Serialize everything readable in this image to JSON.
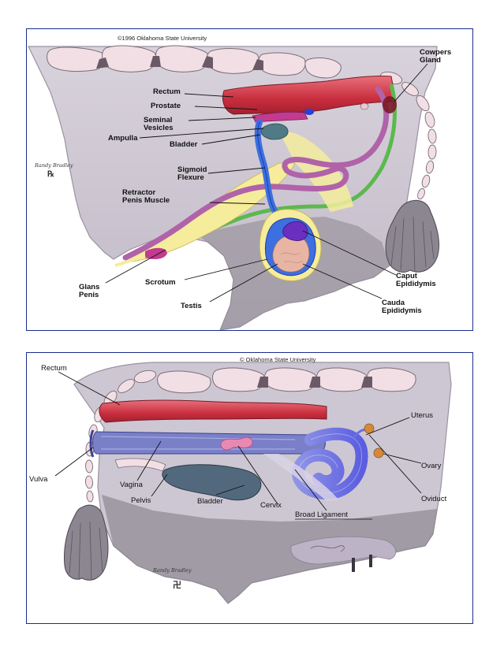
{
  "male": {
    "copyright": "©1996 Oklahoma State University",
    "signature": "Randy Bradley",
    "labels": {
      "rectum": "Rectum",
      "prostate": "Prostate",
      "seminal_1": "Seminal",
      "seminal_2": "Vesicles",
      "ampulla": "Ampulla",
      "bladder": "Bladder",
      "sigmoid_1": "Sigmoid",
      "sigmoid_2": "Flexure",
      "retractor_1": "Retractor",
      "retractor_2": "Penis Muscle",
      "cowpers_1": "Cowpers",
      "cowpers_2": "Gland",
      "glans_1": "Glans",
      "glans_2": "Penis",
      "scrotum": "Scrotum",
      "testis": "Testis",
      "caput_1": "Caput",
      "caput_2": "Epididymis",
      "cauda_1": "Cauda",
      "cauda_2": "Epididymis"
    }
  },
  "female": {
    "copyright": "© Oklahoma State University",
    "signature": "Randy Bradley",
    "labels": {
      "rectum": "Rectum",
      "uterus": "Uterus",
      "ovary": "Ovary",
      "oviduct": "Oviduct",
      "vulva": "Vulva",
      "vagina": "Vagina",
      "pelvis": "Pelvis",
      "bladder": "Bladder",
      "cervix": "Cervix",
      "broad_ligament": "Broad Ligament"
    }
  },
  "colors": {
    "frame": "#1a2d8c",
    "body": "#cdc7d3",
    "rectum": "#cc3343",
    "vertebra": "#f2dfe6",
    "male_urethra": "#3e6fe0",
    "seminal": "#b063a9",
    "ampulla": "#4f7a86",
    "yellow_sheath": "#f5ec9c",
    "retractor": "#5cb84f",
    "testis": "#e8b5a5",
    "epididymis": "#6a2fc0",
    "scrotum_skin": "#7b777d",
    "tail": "#8c8690",
    "vagina": "#7a80c8",
    "uterus": "#6b6fe2",
    "cervix_band": "#e889b3",
    "bladder_female": "#52697d",
    "ovary": "#d58a3a"
  }
}
